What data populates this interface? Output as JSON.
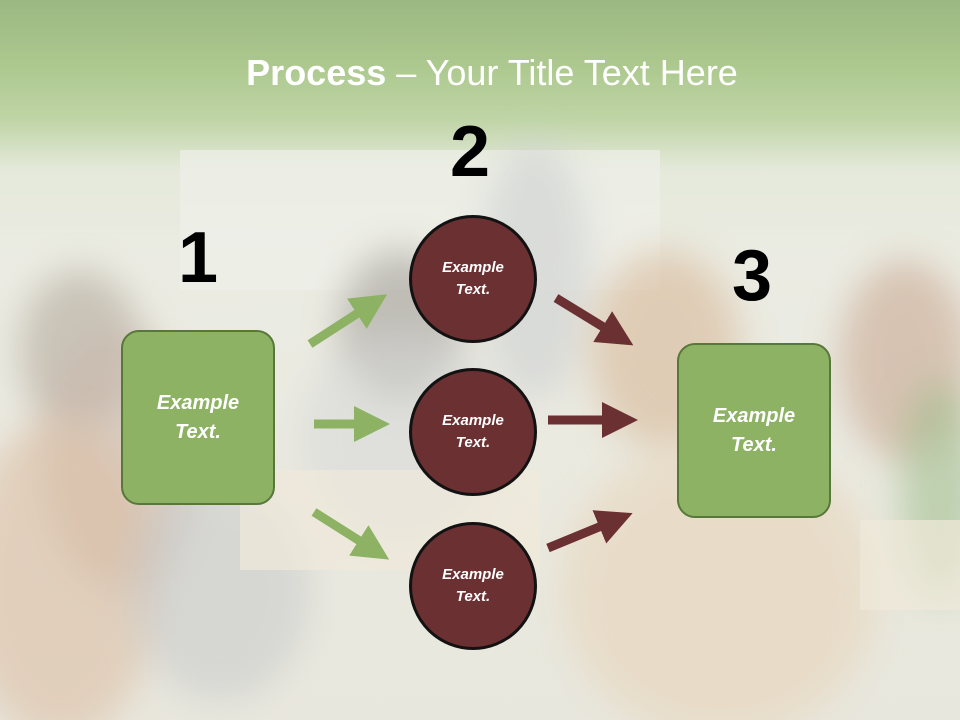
{
  "title": {
    "bold": "Process",
    "rest": " – Your Title Text Here"
  },
  "steps": [
    {
      "number": "1",
      "label": "Example Text."
    },
    {
      "number": "2",
      "circles": [
        "Example Text.",
        "Example Text.",
        "Example Text."
      ]
    },
    {
      "number": "3",
      "label": "Example Text."
    }
  ],
  "colors": {
    "box_fill": "#8db263",
    "circle_fill": "#6b3032",
    "green_arrow": "#8db263",
    "red_arrow": "#6b3032",
    "header": "#8ab561"
  }
}
